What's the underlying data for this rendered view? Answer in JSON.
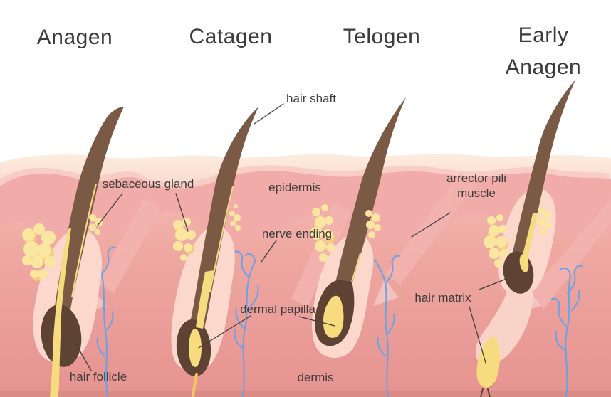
{
  "stages": [
    {
      "label": "Anagen"
    },
    {
      "label": "Catagen"
    },
    {
      "label": "Telogen"
    },
    {
      "label": "Early Anagen"
    }
  ],
  "annotations": {
    "hair_shaft": "hair shaft",
    "sebaceous_gland": "sebaceous gland",
    "epidermis": "epidermis",
    "nerve_ending": "nerve ending",
    "dermal_papilla": "dermal papilla",
    "arrector_pili_muscle": "arrector pili muscle",
    "hair_matrix": "hair matrix",
    "hair_follicle": "hair follicle",
    "dermis": "dermis"
  },
  "colors": {
    "background": "#ffffff",
    "skin_surface_cream": "#fdeedd",
    "epidermis_pink": "#f1aba8",
    "epidermis_highlight": "#f8cdc6",
    "dermis_pink": "#eda29c",
    "dermis_deep": "#db8b86",
    "muscle_band": "#f2b3ae",
    "follicle_sheath": "#fbd8cb",
    "hair_brown": "#7a5a44",
    "hair_bulb_brown": "#5e4233",
    "inner_root_sheath_yellow": "#f6dc7e",
    "sebaceous_gland_yellow": "#fbe6a0",
    "sebaceous_gland_shadow": "#f3cf7c",
    "nerve_blue": "#6aa2e5",
    "label_text": "#3c3c3c",
    "pointer_line": "#3e3e3e"
  }
}
